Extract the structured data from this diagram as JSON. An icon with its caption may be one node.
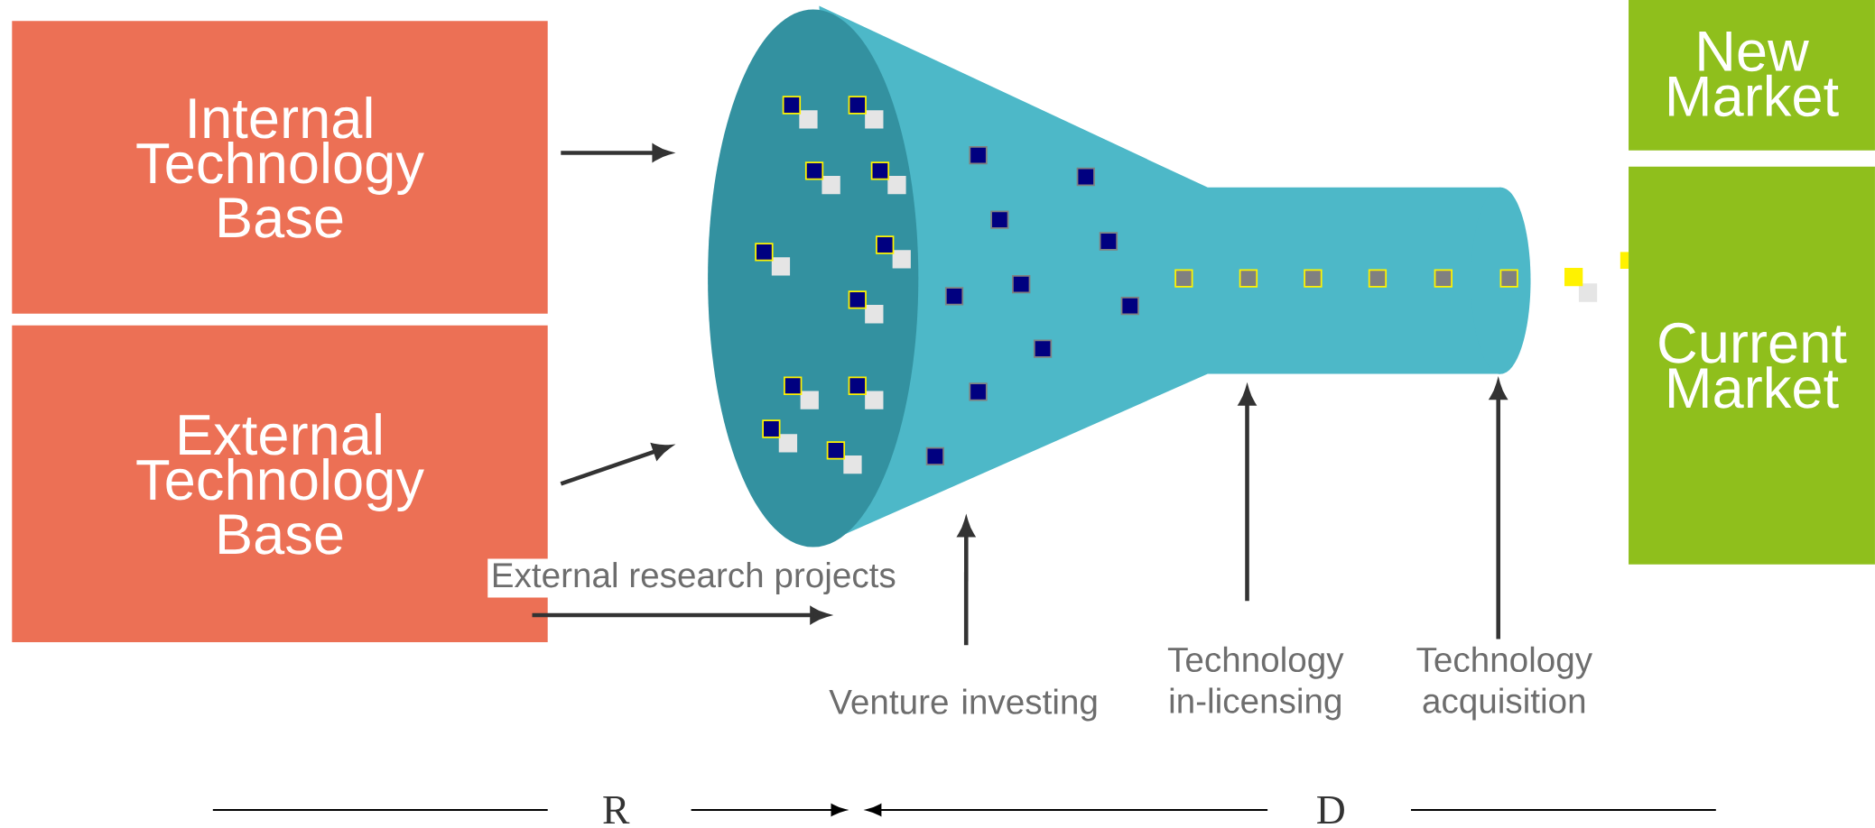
{
  "diagram": {
    "nodes": [
      {
        "text": [
          "Internal Technology Base"
        ]
      },
      {
        "text": [
          "External Technology Base"
        ]
      },
      {
        "text": [],
        "shape": "funnel"
      },
      {
        "text": [
          "Venture investing"
        ]
      },
      {
        "text": [
          "Technology in-licensing"
        ]
      },
      {
        "text": [
          "Technology acquisition"
        ]
      },
      {
        "text": [
          "New Market"
        ]
      },
      {
        "text": [
          "Current Market"
        ]
      }
    ],
    "edges": [
      {
        "from": 0,
        "to": 2,
        "arrow": "to"
      },
      {
        "from": 1,
        "to": 2,
        "arrow": "to"
      },
      {
        "from": 1,
        "to": null,
        "arrow": "to",
        "label": "External research projects"
      },
      {
        "from": 3,
        "to": 2,
        "arrow": "to"
      },
      {
        "from": 4,
        "to": 2,
        "arrow": "to"
      },
      {
        "from": 5,
        "to": 2,
        "arrow": "to"
      }
    ],
    "labels": [
      "R",
      "D"
    ]
  }
}
